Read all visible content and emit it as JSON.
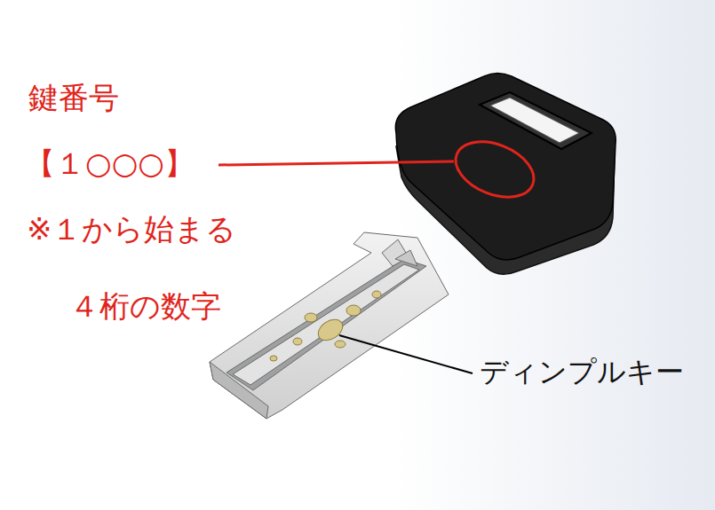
{
  "diagram": {
    "labels": [
      "鍵番号",
      "【１○○○】",
      "※１から始まる",
      "４桁の数字",
      "ディンプルキー"
    ]
  }
}
